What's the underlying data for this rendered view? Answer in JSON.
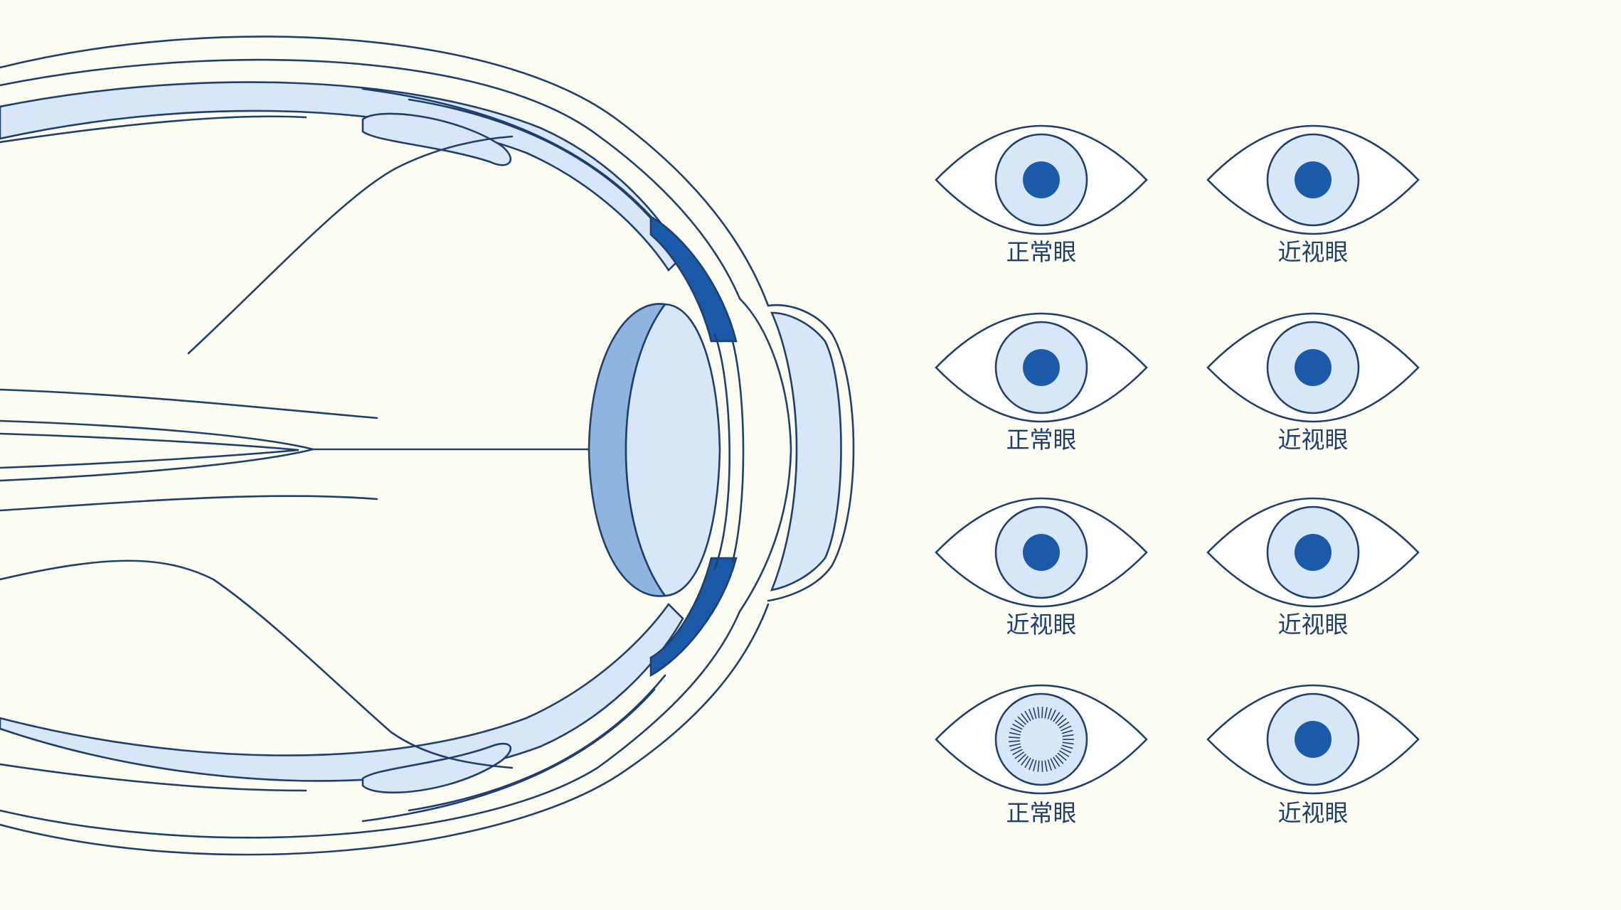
{
  "colors": {
    "background": "#fdfdf3",
    "outline": "#1f3f6e",
    "light_fill": "#d7e7f7",
    "mid_fill": "#8fb4e0",
    "dark_fill": "#1a5aa8"
  },
  "eye_grid": [
    {
      "label": "正常眼",
      "iris_style": "plain"
    },
    {
      "label": "近视眼",
      "iris_style": "plain"
    },
    {
      "label": "正常眼",
      "iris_style": "plain"
    },
    {
      "label": "近视眼",
      "iris_style": "plain"
    },
    {
      "label": "近视眼",
      "iris_style": "plain"
    },
    {
      "label": "近视眼",
      "iris_style": "plain"
    },
    {
      "label": "正常眼",
      "iris_style": "radial"
    },
    {
      "label": "近视眼",
      "iris_style": "plain"
    }
  ]
}
